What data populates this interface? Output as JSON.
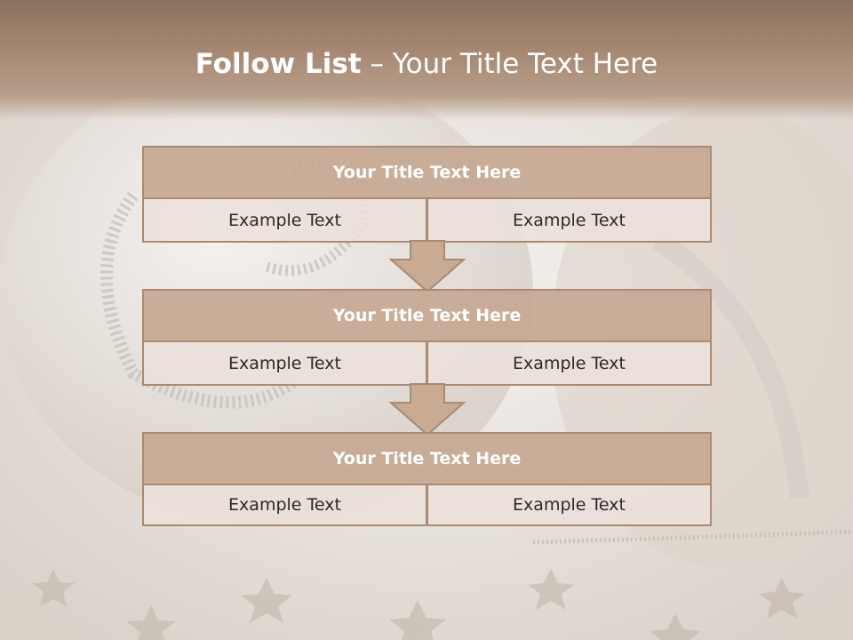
{
  "slide": {
    "title_bold": "Follow List",
    "title_rest": " – Your Title Text Here"
  },
  "steps": [
    {
      "title": "Your Title Text Here",
      "left": "Example Text",
      "right": "Example Text"
    },
    {
      "title": "Your Title Text Here",
      "left": "Example Text",
      "right": "Example Text"
    },
    {
      "title": "Your Title Text Here",
      "left": "Example Text",
      "right": "Example Text"
    }
  ],
  "colors": {
    "header_band": "#a58670",
    "step_header_fill": "#c5a892",
    "step_border": "#a98a74",
    "cell_fill": "#ece0db",
    "arrow_fill": "#c9ab94"
  },
  "icons": [
    "down-arrow-icon",
    "star-icon"
  ]
}
